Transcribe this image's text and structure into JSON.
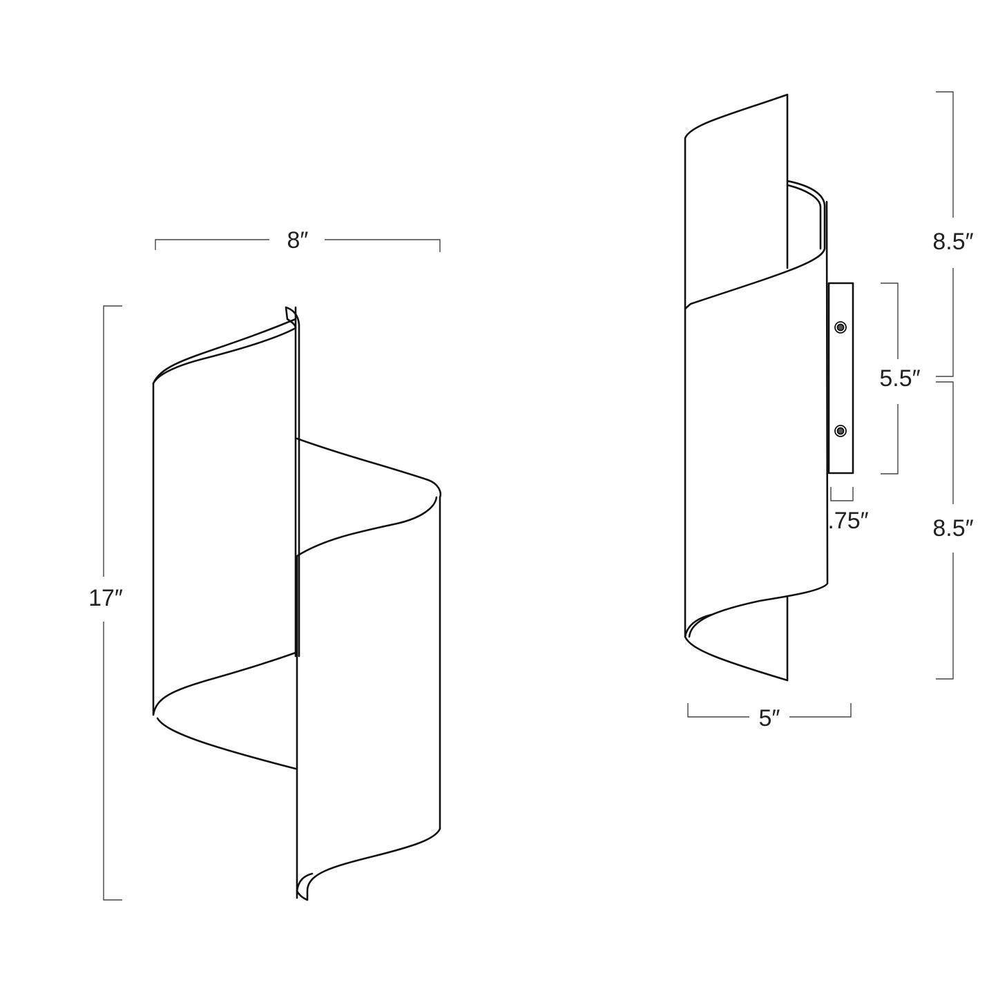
{
  "dimensions": {
    "front_width": "8″",
    "front_height": "17″",
    "side_upper_height": "8.5″",
    "side_lower_height": "8.5″",
    "plate_height": "5.5″",
    "plate_depth": ".75″",
    "side_depth": "5″"
  },
  "colors": {
    "line": "#111111",
    "dimension_line": "#444444",
    "background": "#ffffff"
  }
}
